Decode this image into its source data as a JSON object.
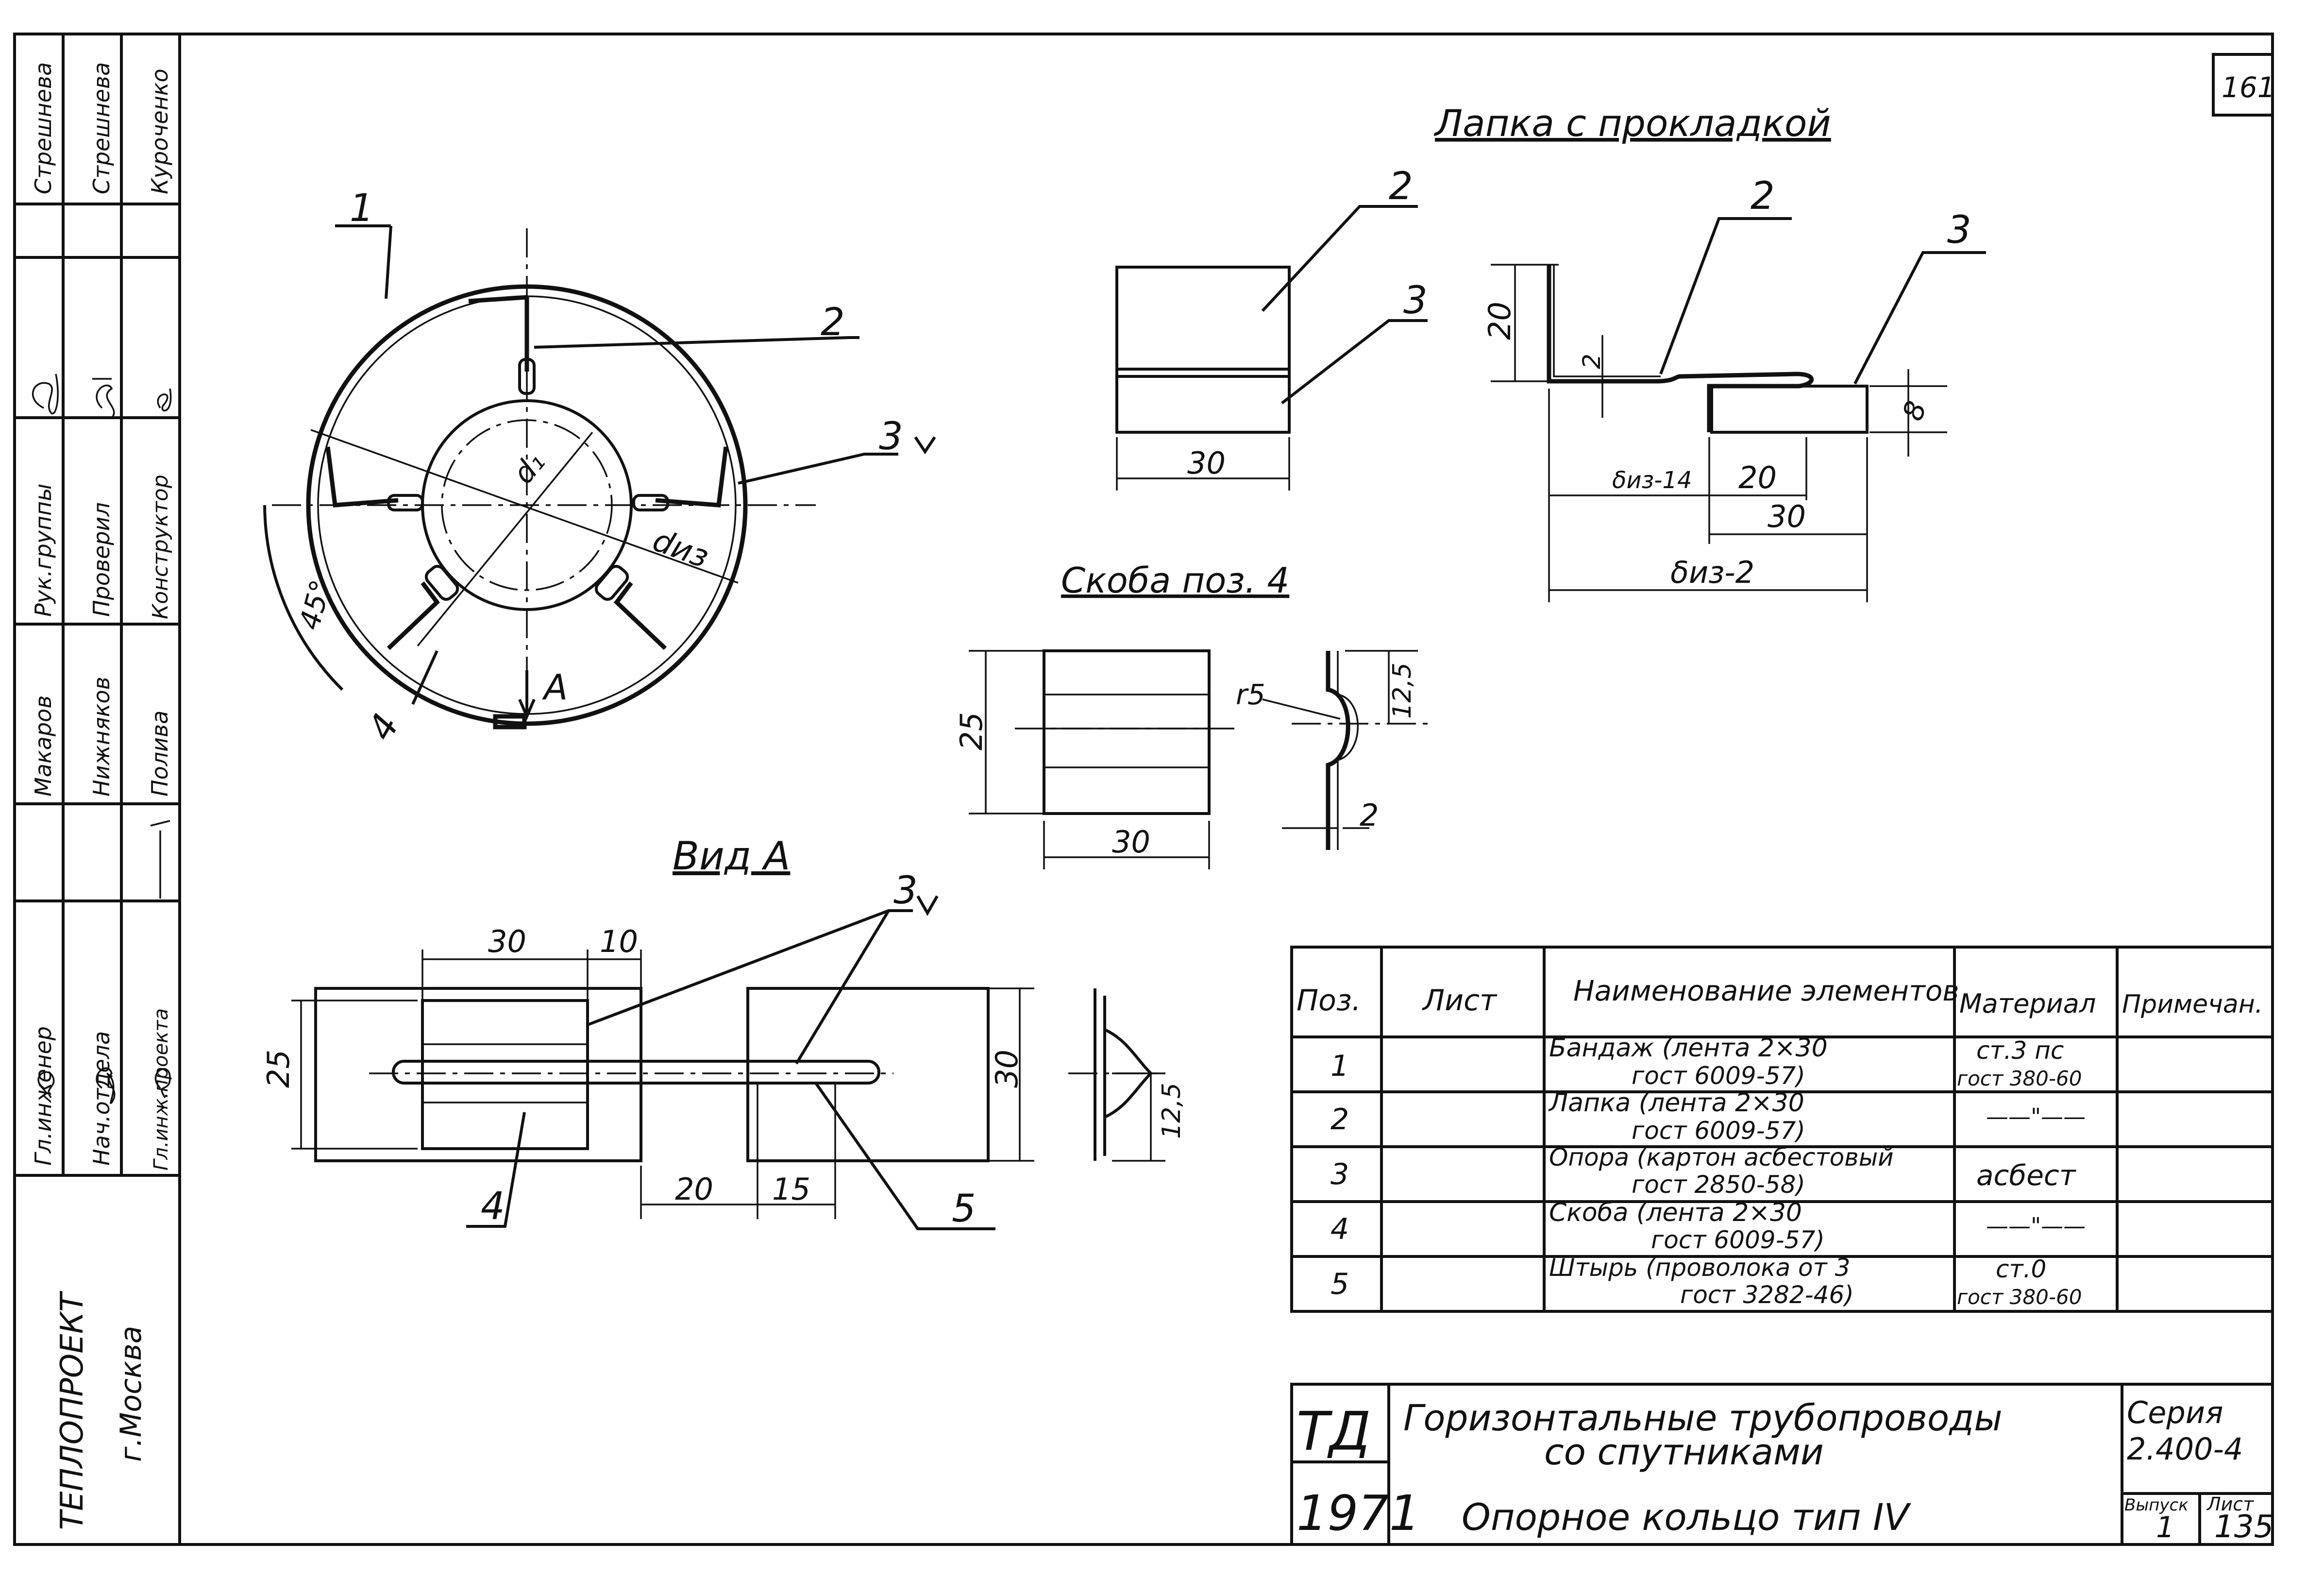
{
  "sheet_number": "161",
  "stamp": {
    "titles": [
      "Гл.инженер",
      "Нач.отдела",
      "Гл.инж.проекта",
      "Рук.группы",
      "Проверил",
      "Конструктор"
    ],
    "names": [
      "Стрешнева",
      "Стрешнева",
      "Куроченко",
      "Макаров",
      "Нижняков",
      "Полива"
    ],
    "org": "ТЕПЛОПРОЕКТ",
    "city": "г.Москва"
  },
  "views": {
    "lapka_title": "Лапка с прокладкой",
    "skoba_title": "Скоба поз. 4",
    "vid_title": "Вид А"
  },
  "labels": {
    "pos1": "1",
    "pos2": "2",
    "pos3": "3",
    "pos4": "4",
    "pos5": "5",
    "view_a": "А",
    "d1": "d₁",
    "diz": "dиз",
    "deg": "45°"
  },
  "dims": {
    "lapka_30": "30",
    "lapka_20": "20",
    "lapka_2": "2",
    "lapka_8": "8",
    "lapka_20b": "20",
    "lapka_30b": "30",
    "lapka_diz14": "δиз-14",
    "lapka_diz2": "δиз-2",
    "skoba_25": "25",
    "skoba_30": "30",
    "skoba_r5": "r5",
    "skoba_125": "12,5",
    "skoba_2": "2",
    "vid_30": "30",
    "vid_10": "10",
    "vid_25": "25",
    "vid_30b": "30",
    "vid_20": "20",
    "vid_15": "15",
    "vid_125": "12,5"
  },
  "spec_table": {
    "headers": [
      "Поз.",
      "Лист",
      "Наименование элементов",
      "Материал",
      "Примечан."
    ],
    "rows": [
      {
        "pos": "1",
        "sheet": "",
        "name1": "Бандаж (лента 2×30",
        "name2": "гост 6009-57)",
        "mat1": "ст.3 пс",
        "mat2": "гост 380-60",
        "note": ""
      },
      {
        "pos": "2",
        "sheet": "",
        "name1": "Лапка (лента 2×30",
        "name2": "гост 6009-57)",
        "mat1": "——\"——",
        "mat2": "",
        "note": ""
      },
      {
        "pos": "3",
        "sheet": "",
        "name1": "Опора (картон асбестовый",
        "name2": "гост 2850-58)",
        "mat1": "асбест",
        "mat2": "",
        "note": ""
      },
      {
        "pos": "4",
        "sheet": "",
        "name1": "Скоба (лента 2×30",
        "name2": "гост 6009-57)",
        "mat1": "——\"——",
        "mat2": "",
        "note": ""
      },
      {
        "pos": "5",
        "sheet": "",
        "name1": "Штырь (проволока от 3",
        "name2": "гост 3282-46)",
        "mat1": "ст.0",
        "mat2": "гост 380-60",
        "note": ""
      }
    ]
  },
  "title_block": {
    "td": "ТД",
    "year": "1971",
    "title_line1": "Горизонтальные трубопроводы",
    "title_line2": "со спутниками",
    "subtitle": "Опорное кольцо тип IV",
    "series_label": "Серия",
    "series_value": "2.400-4",
    "issue_label": "Выпуск",
    "issue_value": "1",
    "sheet_label": "Лист",
    "sheet_value": "135"
  }
}
